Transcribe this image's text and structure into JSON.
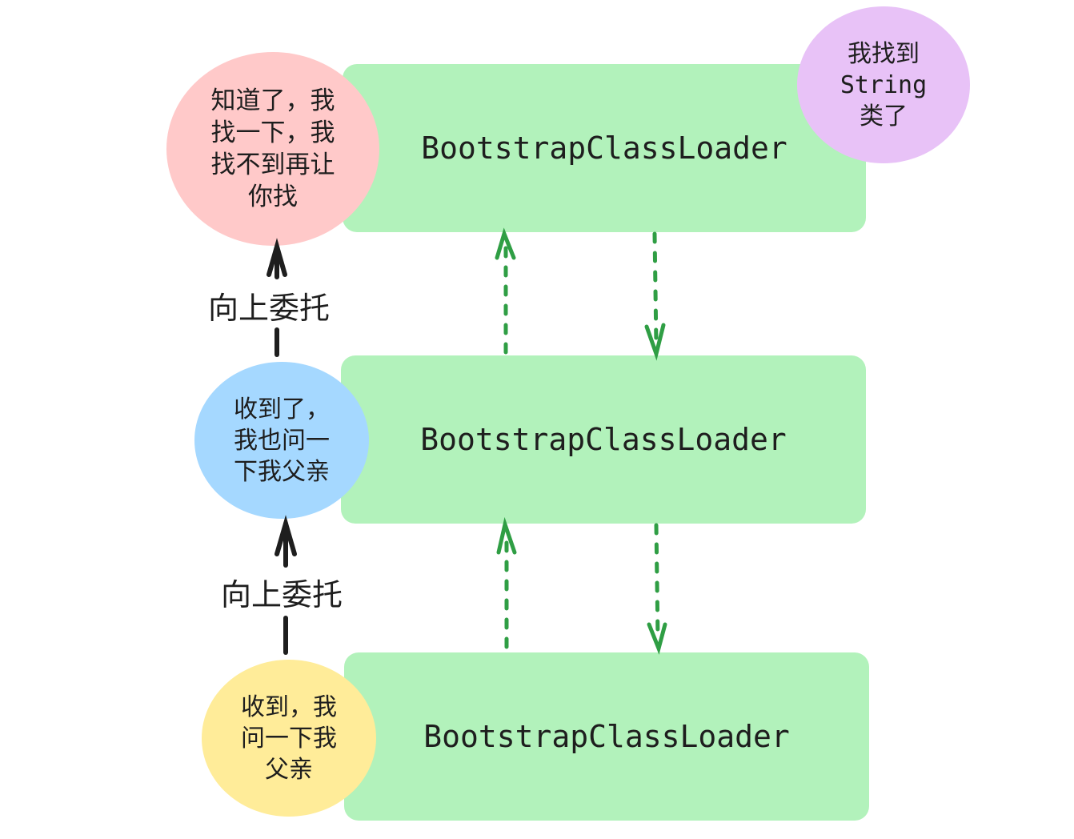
{
  "loaders": [
    {
      "label": "BootstrapClassLoader"
    },
    {
      "label": "BootstrapClassLoader"
    },
    {
      "label": "BootstrapClassLoader"
    }
  ],
  "bubbles": {
    "top": {
      "text": "知道了，我\n找一下，我\n找不到再让\n你找",
      "color": "#ffc9c9"
    },
    "found": {
      "text": "我找到\nString\n类了",
      "color": "#e8c2f7"
    },
    "middle": {
      "text": "收到了，\n我也问一\n下我父亲",
      "color": "#a5d8ff"
    },
    "bottom": {
      "text": "收到，我\n问一下我\n父亲",
      "color": "#ffec99"
    }
  },
  "edge_labels": {
    "upper": "向上委托",
    "lower": "向上委托"
  },
  "colors": {
    "loader_fill": "#b2f2bb",
    "dashed_arrow": "#2f9e44",
    "delegate_arrow": "#1e1e1e"
  }
}
